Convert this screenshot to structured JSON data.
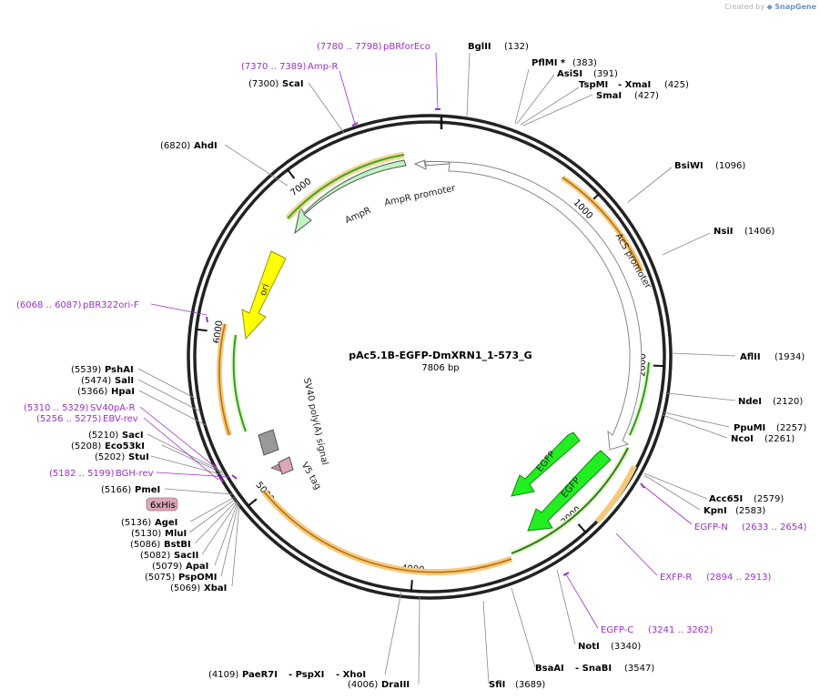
{
  "watermark": {
    "prefix": "Created by",
    "brand": "SnapGene"
  },
  "plasmid": {
    "name": "pAc5.1B-EGFP-DmXRN1_1-573_G",
    "size_label": "7806 bp",
    "length": 7806
  },
  "colors": {
    "enzyme": "#000000",
    "primer": "#9b30c8",
    "line": "#777777",
    "backbone": "#222222",
    "orange": "#f0a020",
    "green": "#33aa22",
    "egfp": "#22ee22",
    "ampr": "#bff5bf",
    "ori": "#ffff00",
    "promoter": "#ffffff",
    "his": "#d9a7b8"
  },
  "ticks": [
    {
      "pos": 1000,
      "label": "1000"
    },
    {
      "pos": 2000,
      "label": "2000"
    },
    {
      "pos": 3000,
      "label": "3000"
    },
    {
      "pos": 4000,
      "label": "4000"
    },
    {
      "pos": 5000,
      "label": "5000"
    },
    {
      "pos": 6000,
      "label": "6000"
    },
    {
      "pos": 7000,
      "label": "7000"
    }
  ],
  "enzymes": [
    {
      "name": "BglII",
      "coord": "(132)",
      "pos": 132
    },
    {
      "name": "PflMI *",
      "coord": "(383)",
      "pos": 383
    },
    {
      "name": "AsiSI",
      "coord": "(391)",
      "pos": 391
    },
    {
      "name": "TspMI",
      "sep": "- XmaI",
      "coord": "(425)",
      "pos": 425
    },
    {
      "name": "SmaI",
      "coord": "(427)",
      "pos": 427
    },
    {
      "name": "BsiWI",
      "coord": "(1096)",
      "pos": 1096
    },
    {
      "name": "NsiI",
      "coord": "(1406)",
      "pos": 1406
    },
    {
      "name": "AflII",
      "coord": "(1934)",
      "pos": 1934
    },
    {
      "name": "NdeI",
      "coord": "(2120)",
      "pos": 2120
    },
    {
      "name": "PpuMI",
      "coord": "(2257)",
      "pos": 2257
    },
    {
      "name": "NcoI",
      "coord": "(2261)",
      "pos": 2261
    },
    {
      "name": "Acc65I",
      "coord": "(2579)",
      "pos": 2579
    },
    {
      "name": "KpnI",
      "coord": "(2583)",
      "pos": 2583
    },
    {
      "name": "NotI",
      "coord": "(3340)",
      "pos": 3340
    },
    {
      "name": "BsaAI",
      "sep": "- SnaBI",
      "coord": "(3547)",
      "pos": 3547
    },
    {
      "name": "SfiI",
      "coord": "(3689)",
      "pos": 3689
    },
    {
      "name": "DraIII",
      "coord": "(4006)",
      "pos": 4006
    },
    {
      "name": "PaeR7I",
      "sep": "- PspXI",
      "sep2": "- XhoI",
      "coord": "(4109)",
      "pos": 4109
    },
    {
      "name": "XbaI",
      "coord": "(5069)",
      "pos": 5069
    },
    {
      "name": "PspOMI",
      "coord": "(5075)",
      "pos": 5075
    },
    {
      "name": "ApaI",
      "coord": "(5079)",
      "pos": 5079
    },
    {
      "name": "SacII",
      "coord": "(5082)",
      "pos": 5082
    },
    {
      "name": "BstBI",
      "coord": "(5086)",
      "pos": 5086
    },
    {
      "name": "MluI",
      "coord": "(5130)",
      "pos": 5130
    },
    {
      "name": "AgeI",
      "coord": "(5136)",
      "pos": 5136
    },
    {
      "name": "PmeI",
      "coord": "(5166)",
      "pos": 5166
    },
    {
      "name": "StuI",
      "coord": "(5202)",
      "pos": 5202
    },
    {
      "name": "Eco53kI",
      "coord": "(5208)",
      "pos": 5208
    },
    {
      "name": "SacI",
      "coord": "(5210)",
      "pos": 5210
    },
    {
      "name": "HpaI",
      "coord": "(5366)",
      "pos": 5366
    },
    {
      "name": "SalI",
      "coord": "(5474)",
      "pos": 5474
    },
    {
      "name": "PshAI",
      "coord": "(5539)",
      "pos": 5539
    },
    {
      "name": "AhdI",
      "coord": "(6820)",
      "pos": 6820
    },
    {
      "name": "ScaI",
      "coord": "(7300)",
      "pos": 7300
    }
  ],
  "primers": [
    {
      "name": "pBRforEco",
      "coord": "(7780 .. 7798)",
      "pos": 7789
    },
    {
      "name": "Amp-R",
      "coord": "(7370 .. 7389)",
      "pos": 7380
    },
    {
      "name": "pBR322ori-F",
      "coord": "(6068 .. 6087)",
      "pos": 6078
    },
    {
      "name": "SV40pA-R",
      "coord": "(5310 .. 5329)",
      "pos": 5320
    },
    {
      "name": "EBV-rev",
      "coord": "(5256 .. 5275)",
      "pos": 5266
    },
    {
      "name": "BGH-rev",
      "coord": "(5182 .. 5199)",
      "pos": 5190
    },
    {
      "name": "EGFP-N",
      "coord": "(2633 .. 2654)",
      "pos": 2644
    },
    {
      "name": "EXFP-R",
      "coord": "(2894 .. 2913)",
      "pos": 2904
    },
    {
      "name": "EGFP-C",
      "coord": "(3241 .. 3262)",
      "pos": 3252
    }
  ],
  "features": [
    {
      "name": "AmpR promoter",
      "label": "AmpR promoter"
    },
    {
      "name": "AmpR",
      "label": "AmpR"
    },
    {
      "name": "AcS promoter",
      "label": "AcS promoter"
    },
    {
      "name": "ori",
      "label": "ori"
    },
    {
      "name": "SV40 poly(A) signal",
      "label": "SV40 poly(A) signal"
    },
    {
      "name": "V5 tag",
      "label": "V5 tag"
    },
    {
      "name": "EGFP 1",
      "label": "EGFP"
    },
    {
      "name": "EGFP 2",
      "label": "EGFP"
    },
    {
      "name": "6xHis",
      "label": "6xHis"
    }
  ]
}
